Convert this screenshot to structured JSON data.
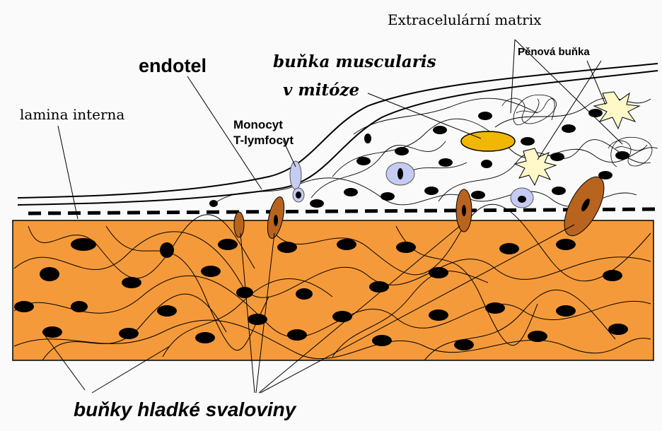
{
  "labels": {
    "extracellular_matrix": "Extracelulární matrix",
    "foam_cell": "Pěnová buňka",
    "endothelium": "endotel",
    "muscularis_cell_line1": "buňka muscularis",
    "muscularis_cell_line2": "v mitóze",
    "lamina_interna": "lamina interna",
    "monocyte": "Monocyt",
    "t_lymphocyte": "T-lymfocyt",
    "smooth_muscle_cells": "buňky hladké svaloviny"
  },
  "colors": {
    "background": "#fafafa",
    "media_fill": "#f59a3a",
    "migrating_cell": "#b8641e",
    "mitotic_cell": "#f2b705",
    "leukocyte": "#c5cbf2",
    "foam_cell": "#fff8c8",
    "nucleus": "#000000"
  }
}
